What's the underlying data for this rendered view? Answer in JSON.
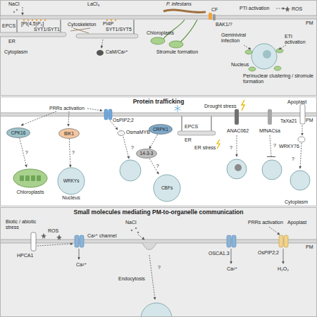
{
  "diagram": {
    "nodes": [
      {
        "text": [
          "Protein trafficking"
        ]
      },
      {
        "text": [
          "CPK16"
        ],
        "in": 0
      },
      {
        "text": [
          "Chloroplasts"
        ],
        "in": 0
      },
      {
        "text": [
          "BIK1"
        ],
        "in": 0
      },
      {
        "text": [
          "WRKYs",
          "Nucleus"
        ],
        "in": 0
      },
      {
        "text": [
          "CRPK1"
        ],
        "in": 0
      },
      {
        "text": [
          "14-3-3"
        ],
        "in": 0
      },
      {
        "text": [
          "CBFs"
        ],
        "in": 0
      },
      {
        "text": [
          "Small molecules mediating PM-to-organelle communication"
        ]
      }
    ],
    "edges": [
      {
        "from": 1,
        "to": 2,
        "label": "?",
        "arrow": "to"
      },
      {
        "from": 3,
        "to": 4,
        "label": "?",
        "arrow": "to"
      },
      {
        "from": 5,
        "to": 6,
        "arrow": "to"
      },
      {
        "from": 6,
        "to": 7,
        "label": "?",
        "arrow": "to"
      }
    ],
    "labels": [
      "NaCl",
      "EPCS",
      "[PI(4,5)P₂]",
      "SYT1/SYT1",
      "ER",
      "Cytoplasm",
      "LaCl₃",
      "Cytoskeleton",
      "PI4P",
      "SYT1/SYT5",
      "CaM/Ca²⁺",
      "P. infestans",
      "CF",
      "BAK1/?",
      "Chloroplasts",
      "Stromule formation",
      "PTI activation",
      "ROS",
      "PM",
      "Geminiviral infection",
      "ETI activation",
      "Nucleus",
      "Perinuclear clustering / stromule formation",
      "Apoplast",
      "PRRs activation",
      "PM",
      "OsPIP2;2",
      "OsmaMYB",
      "EPCS",
      "ER",
      "ER stress",
      "Drought stress",
      "ANAC062",
      "MfNACsa",
      "TaXa21",
      "WRKY76",
      "?",
      "?",
      "?",
      "?",
      "Cytoplasm",
      "Apoplast",
      "Biotic / abiotic stress",
      "HPCA1",
      "ROS",
      "Ca²⁺ channel",
      "Ca²⁺",
      "NaCl",
      "?",
      "Endocytosis",
      "OSCA1.3",
      "PRRs activation",
      "OsPIP2;2",
      "PM",
      "Ca²⁺",
      "H₂O₂"
    ]
  }
}
